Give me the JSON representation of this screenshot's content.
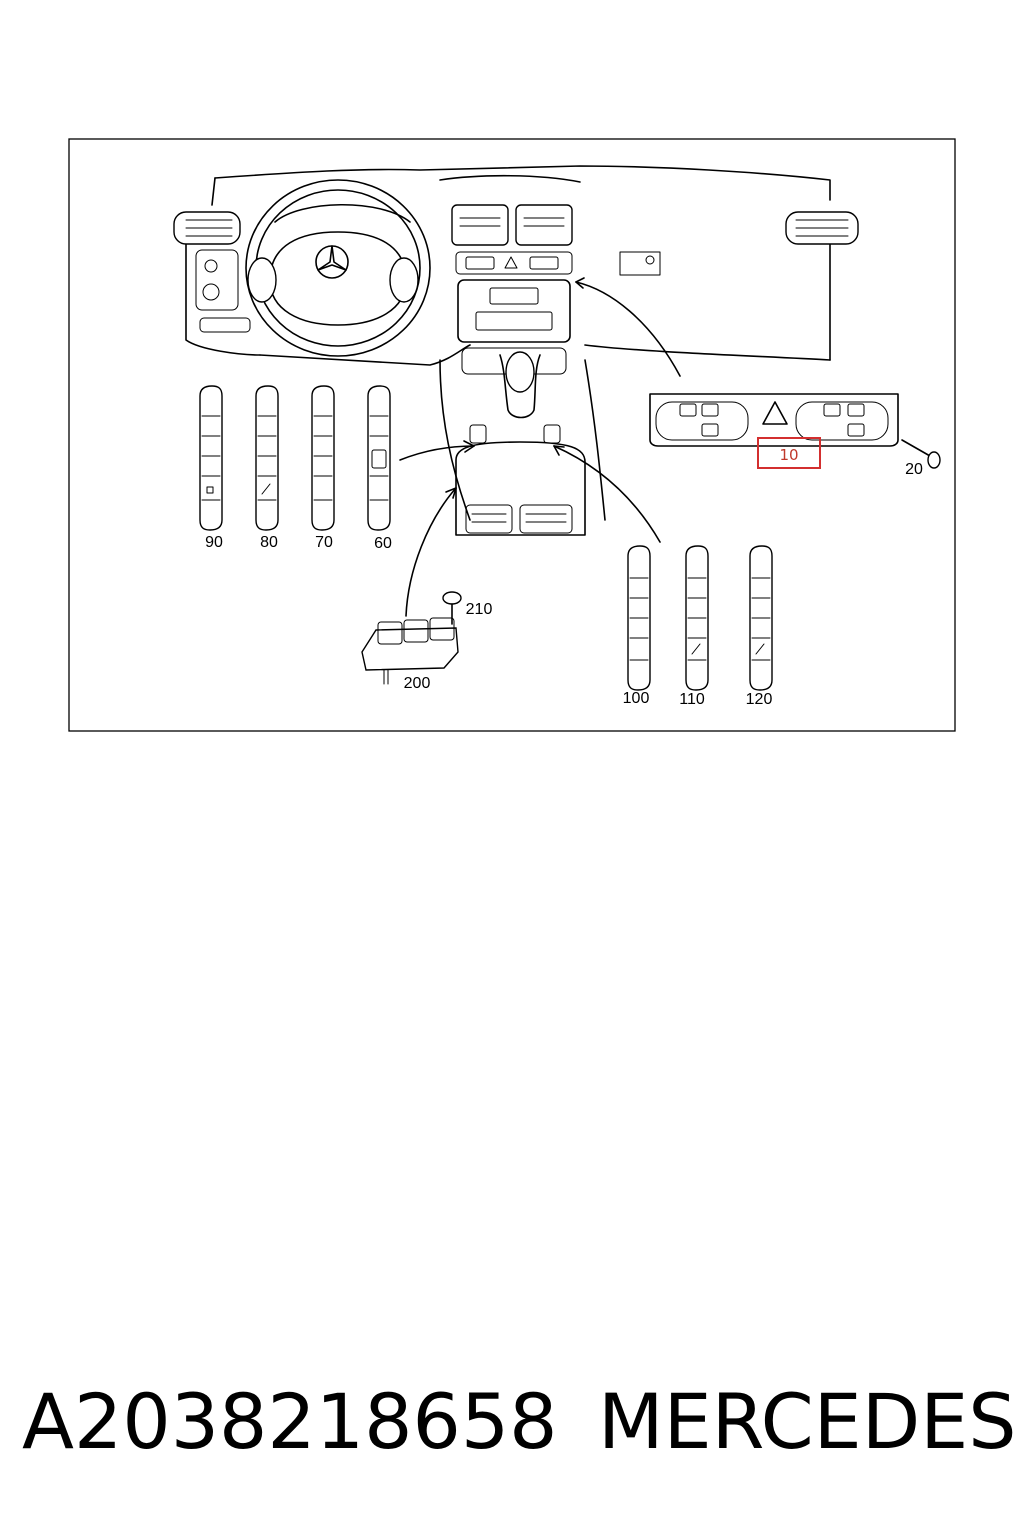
{
  "diagram": {
    "labels": {
      "p10": "10",
      "p20": "20",
      "p60": "60",
      "p70": "70",
      "p80": "80",
      "p90": "90",
      "p100": "100",
      "p110": "110",
      "p120": "120",
      "p200": "200",
      "p210": "210"
    },
    "highlight_color": "#d32f2f"
  },
  "footer": {
    "part_number": "A2038218658",
    "brand": "MERCEDES"
  }
}
